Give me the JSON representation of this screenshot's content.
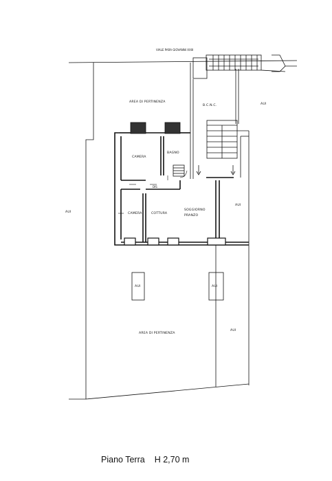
{
  "street": "VIALE PARA GIOVANNI XXIII",
  "labels": {
    "area_pertinenza_top": "AREA DI PERTINENZA",
    "bcnc": "B.C.N.C.",
    "aui_top_right": "AUI",
    "aui_left": "AUI",
    "aui_mid_right": "AUI",
    "camera_1": "CAMERA",
    "bagno": "BAGNO",
    "dis": "DIS",
    "camera_2": "CAMERA",
    "cottura": "COTTURA",
    "soggiorno": "SOGGIORNO",
    "pranzo": "PRANZO",
    "aui_box_1": "AUI",
    "aui_box_2": "AUI",
    "area_pertinenza_bottom": "AREA DI PERTINENZA",
    "aui_bottom_right": "AUI"
  },
  "caption": {
    "floor": "Piano Terra",
    "height": "H 2,70 m"
  }
}
